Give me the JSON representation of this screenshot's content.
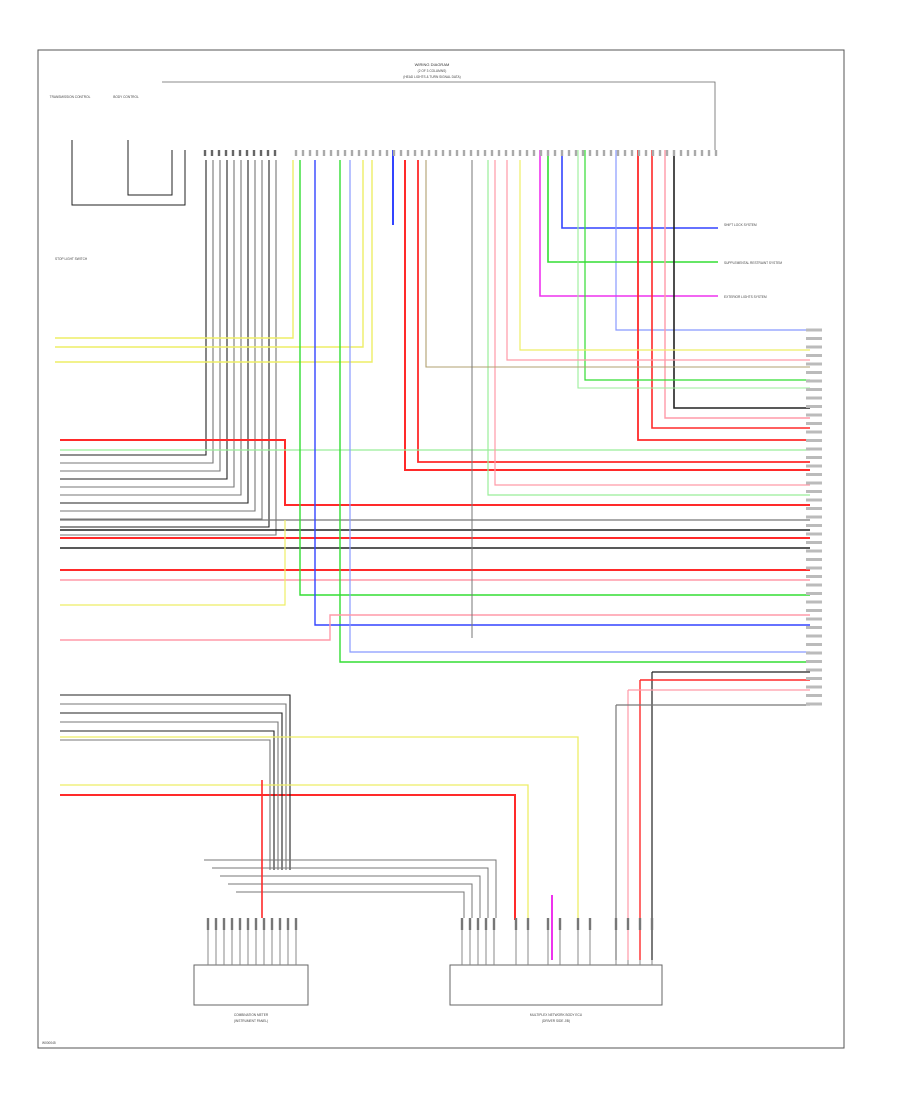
{
  "header": {
    "title": "WIRING DIAGRAM",
    "subtitle": "(2 OF 3 COLUMNS)",
    "note": "(HEAD LIGHTS & TURN SIGNAL DATA)"
  },
  "components": {
    "left_top_a": "TRANSMISSION CONTROL",
    "left_top_b": "BODY CONTROL",
    "bottom_left_title": "COMBINATION METER",
    "bottom_left_sub": "(INSTRUMENT PANEL)",
    "bottom_right_title": "MULTIPLEX NETWORK BODY ECU",
    "bottom_right_sub": "(DRIVER SIDE J/B)",
    "right_a": "SHIFT LOCK SYSTEM",
    "right_b": "SUPPLEMENTAL RESTRAINT SYSTEM",
    "right_c": "EXTERIOR LIGHTS SYSTEM",
    "left_mid": "STOP LIGHT SWITCH",
    "footer_code": "W000045"
  },
  "colors": {
    "black": "#222222",
    "gray": "#777777",
    "red": "#ff2a2a",
    "pink": "#ff9aa8",
    "green": "#33dd33",
    "lightgreen": "#99ee99",
    "blue": "#3344ff",
    "lightblue": "#8899ff",
    "yellow": "#eeee66",
    "magenta": "#ee33ee",
    "olive": "#b0a070"
  }
}
